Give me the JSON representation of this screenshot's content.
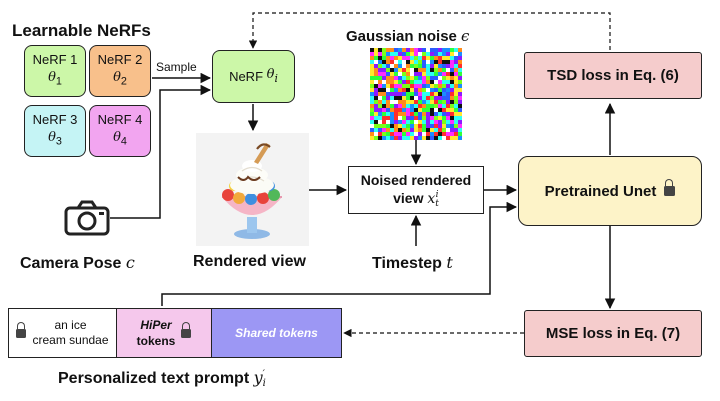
{
  "learnable_title": "Learnable NeRFs",
  "nerfs": [
    {
      "label": "NeRF 1",
      "param": "θ",
      "sub": "1",
      "color": "#ccf7a8"
    },
    {
      "label": "NeRF 2",
      "param": "θ",
      "sub": "2",
      "color": "#f8c08b"
    },
    {
      "label": "NeRF 3",
      "param": "θ",
      "sub": "3",
      "color": "#c5f4f5"
    },
    {
      "label": "NeRF 4",
      "param": "θ",
      "sub": "4",
      "color": "#f2a5f0"
    }
  ],
  "sample_label": "Sample",
  "nerf_i": {
    "label": "NeRF",
    "param": "θ",
    "sub": "i",
    "color": "#ccf7a8"
  },
  "gaussian_noise": {
    "label": "Gaussian noise",
    "symbol": "ϵ"
  },
  "tsd_loss": "TSD loss in Eq. (6)",
  "mse_loss": "MSE loss in Eq. (7)",
  "loss_color": "#f5cccc",
  "unet": {
    "label": "Pretrained Unet",
    "color": "#fdf3c8",
    "icon": "lock-icon"
  },
  "noised_view": {
    "line1": "Noised rendered",
    "line2": "view",
    "symbol": "x",
    "sup": "i",
    "sub": "t"
  },
  "camera": {
    "label": "Camera Pose",
    "symbol": "c",
    "icon": "camera-icon"
  },
  "rendered_view": "Rendered view",
  "timestep": {
    "label": "Timestep",
    "symbol": "t"
  },
  "prompt": {
    "plain_line1": "an ice",
    "plain_line2": "cream sundae",
    "hiper_line1": "HiPer",
    "hiper_line2": "tokens",
    "hiper_color": "#f5c8ec",
    "shared": "Shared tokens",
    "shared_color": "#9c97f4"
  },
  "personalized": {
    "label": "Personalized text prompt",
    "symbol": "y",
    "prime": "′",
    "sub": "i"
  }
}
